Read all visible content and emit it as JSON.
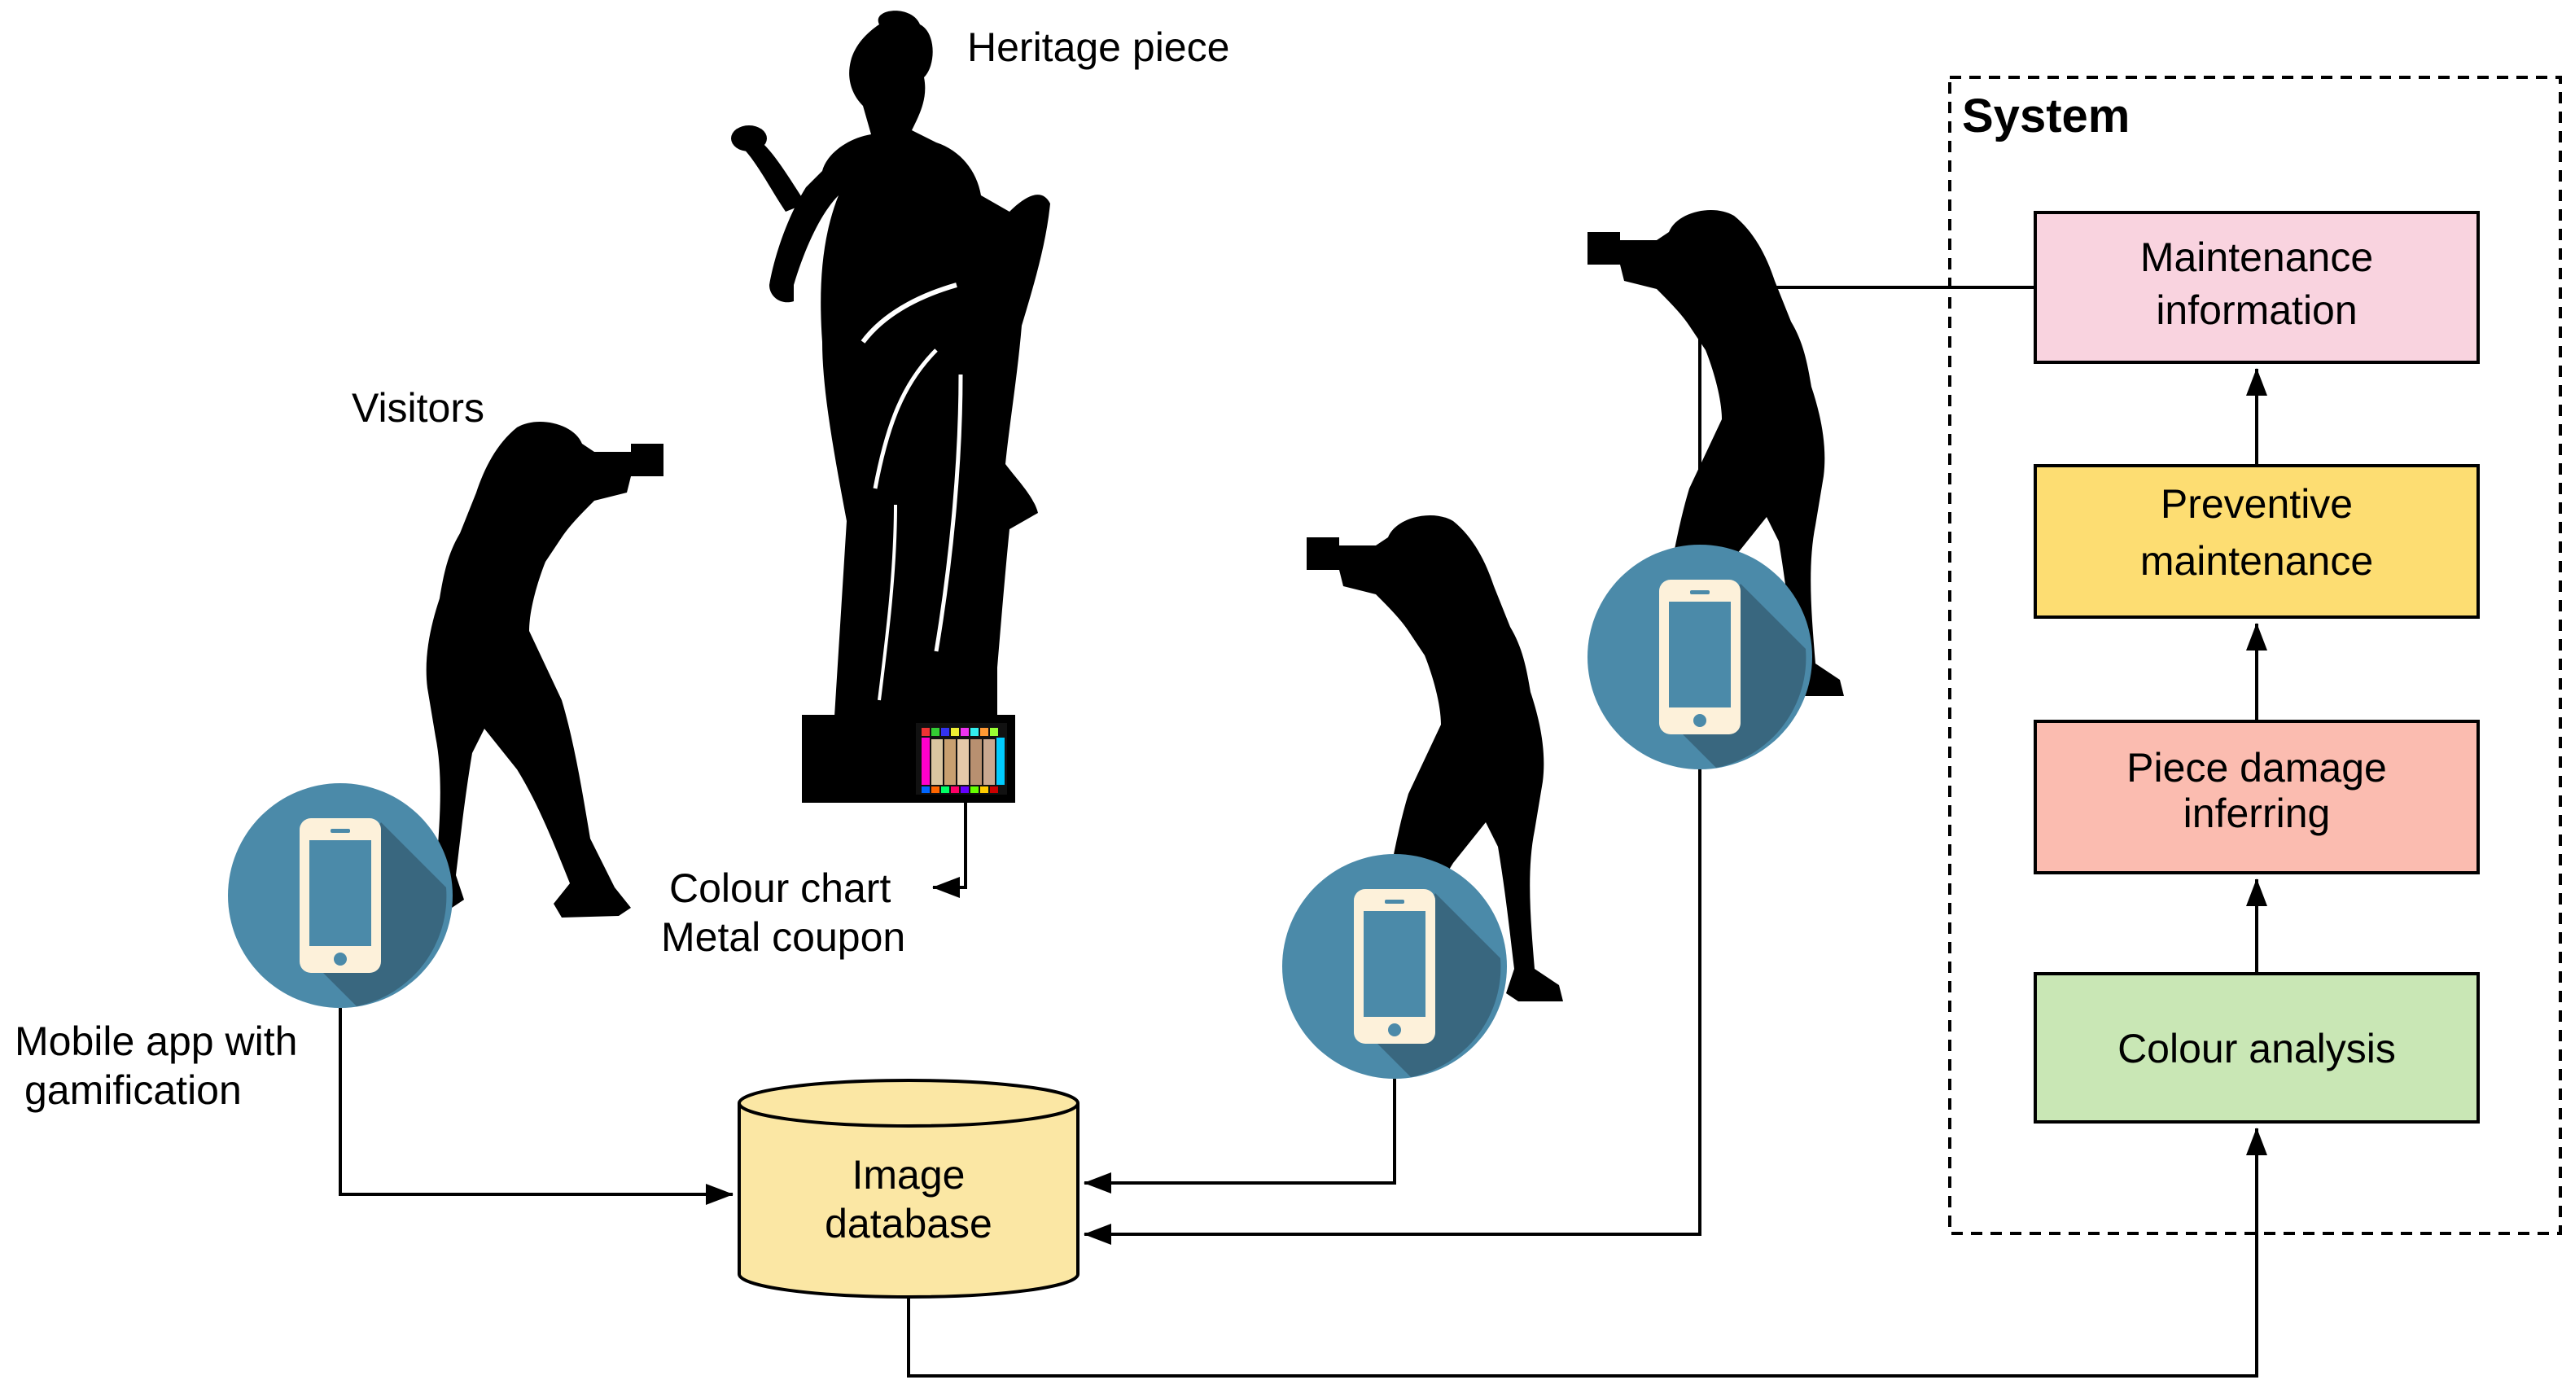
{
  "labels": {
    "heritage": "Heritage piece",
    "visitors": "Visitors",
    "chart_line1": "Colour chart",
    "chart_line2": "Metal coupon",
    "mobile_line1": "Mobile app with",
    "mobile_line2": "gamification",
    "db_line1": "Image",
    "db_line2": "database"
  },
  "system": {
    "title": "System",
    "boxes": [
      {
        "line1": "Maintenance",
        "line2": "information",
        "color": "#f9d3df"
      },
      {
        "line1": "Preventive",
        "line2": "maintenance",
        "color": "#fddd72"
      },
      {
        "line1": "Piece damage",
        "line2": "inferring",
        "color": "#fbbcb0"
      },
      {
        "line1": "Colour analysis",
        "line2": "",
        "color": "#c9e7b5"
      }
    ]
  },
  "colors": {
    "phone_circle": "#4b8aa9",
    "phone_shadow": "#39677f",
    "phone_body": "#fdf1da",
    "phone_screen": "#4b8aa9",
    "database": "#fbe7a4"
  },
  "icons": [
    "statue-icon",
    "photographer-icon",
    "smartphone-icon",
    "database-icon",
    "colour-chart-icon"
  ]
}
